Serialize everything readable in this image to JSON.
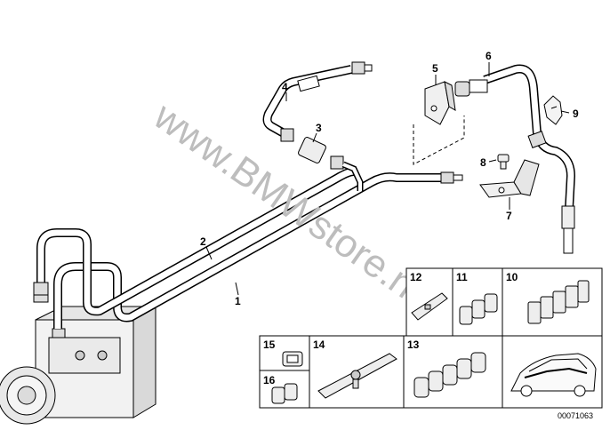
{
  "callouts": {
    "p1": "1",
    "p2": "2",
    "p3": "3",
    "p4": "4",
    "p5": "5",
    "p6": "6",
    "p7": "7",
    "p8": "8",
    "p9": "9",
    "p10": "10",
    "p11": "11",
    "p12": "12",
    "p13": "13",
    "p14": "14",
    "p15": "15",
    "p16": "16"
  },
  "watermark": "www.BMWstore.nl",
  "diagram_code": "00071063"
}
